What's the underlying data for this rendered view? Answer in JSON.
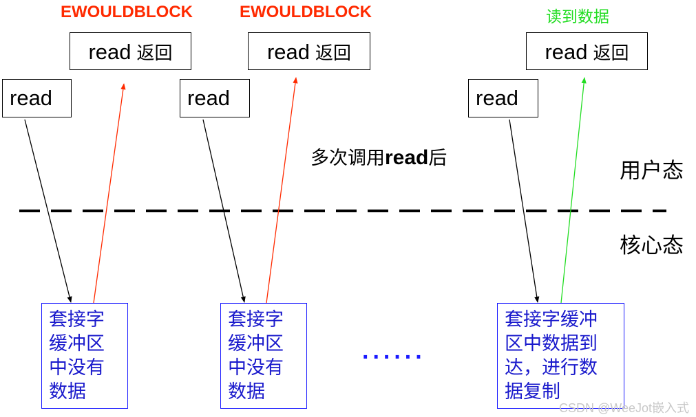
{
  "labels": {
    "ewouldblock_1": "EWOULDBLOCK",
    "ewouldblock_2": "EWOULDBLOCK",
    "data_read": "读到数据",
    "after_multiple_read_prefix": "多次调用",
    "after_multiple_read_bold": "read",
    "after_multiple_read_suffix": "后",
    "user_mode": "用户态",
    "kernel_mode": "核心态",
    "ellipsis": "......",
    "watermark": "CSDN @WeeJot嵌入式"
  },
  "read_calls": [
    {
      "label": "read"
    },
    {
      "label": "read"
    },
    {
      "label": "read"
    }
  ],
  "read_returns": [
    {
      "en": "read",
      "zh": "返回"
    },
    {
      "en": "read",
      "zh": "返回"
    },
    {
      "en": "read",
      "zh": "返回"
    }
  ],
  "kernel_buffers": [
    {
      "lines": [
        "套接字",
        "缓冲区",
        "中没有",
        "数据"
      ]
    },
    {
      "lines": [
        "套接字",
        "缓冲区",
        "中没有",
        "数据"
      ]
    },
    {
      "lines": [
        "套接字缓冲",
        "区中数据到",
        "达，进行数",
        "据复制"
      ]
    }
  ],
  "colors": {
    "call_arrow": "#000000",
    "fail_arrow": "#ff2a00",
    "success_arrow": "#22dd22",
    "buffer_border": "#1a1aff",
    "buffer_text": "#1a1acc",
    "boundary_line": "#000000"
  }
}
